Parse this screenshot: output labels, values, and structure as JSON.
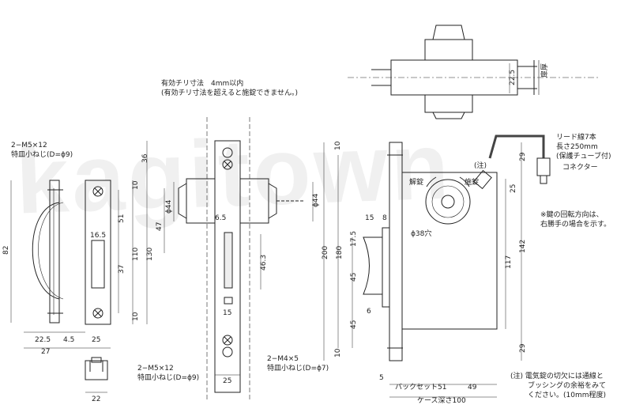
{
  "watermark": "kagitown",
  "notes": {
    "tolerance_line1": "有効チリ寸法　4mm以内",
    "tolerance_line2": "(有効チリ寸法を超えると施錠できません。)",
    "screw_front_1": "2−M5×12",
    "screw_front_2": "特皿小ねじ(D=ϕ9)",
    "screw_strike_1": "2−M5×12",
    "screw_strike_2": "特皿小ねじ(D=ϕ9)",
    "screw_small_1": "2−M4×5",
    "screw_small_2": "特皿小ねじ(D=ϕ7)",
    "lead_1": "リード線7本",
    "lead_2": "長さ250mm",
    "lead_3": "(保護チューブ付)",
    "connector": "コネクター",
    "key_rotation_1": "※鍵の回転方向は、",
    "key_rotation_2": "右勝手の場合を示す。",
    "unlock": "解錠",
    "lock": "施錠",
    "note_mark": "(注)",
    "hole": "ϕ38穴",
    "door_thickness": "扉厚",
    "footnote_1": "(注) 電気錠の切欠には通線と",
    "footnote_2": "ブッシングの余裕をみて",
    "footnote_3": "ください。(10mm程度)"
  },
  "dims": {
    "d82": "82",
    "d22_5": "22.5",
    "d4_5": "4.5",
    "d27": "27",
    "d25a": "25",
    "d16_5": "16.5",
    "d51": "51",
    "d37": "37",
    "d110": "110",
    "d130": "130",
    "d10a": "10",
    "d10b": "10",
    "d36": "36",
    "d22": "22",
    "d47": "47",
    "d44a": "ϕ44",
    "d44b": "ϕ44",
    "d6_5": "6.5",
    "d46_3": "46.3",
    "d15a": "15",
    "d25b": "25",
    "d22_5b": "22.5",
    "d10c": "10",
    "d200": "200",
    "d180": "180",
    "d17_5": "17.5",
    "d45a": "45",
    "d45b": "45",
    "d6": "6",
    "d10d": "10",
    "d15b": "15",
    "d8": "8",
    "d29a": "29",
    "d25c": "25",
    "d142": "142",
    "d117": "117",
    "d29b": "29",
    "d5": "5",
    "d49": "49",
    "backset": "バックセット51",
    "case_depth": "ケース深さ100"
  }
}
